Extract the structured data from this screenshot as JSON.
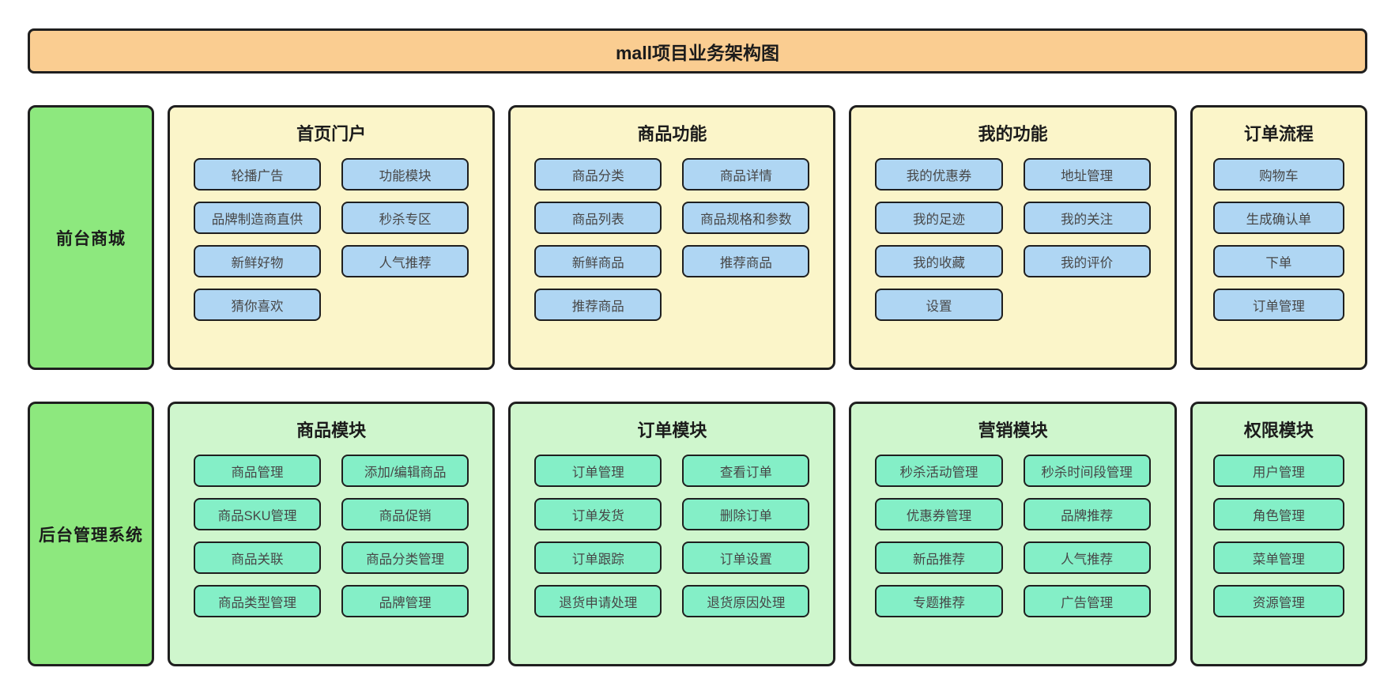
{
  "title": "mall项目业务架构图",
  "colors": {
    "border": "#1f1f1f",
    "title_bg": "#FACD91",
    "yellow": "#FBF5C9",
    "blue": "#AFD6F3",
    "panel_green": "#CFF6CD",
    "mint": "#84EFC7",
    "side_green": "#8DE87E"
  },
  "rows": [
    {
      "id": "frontend-mall",
      "theme": "frontend",
      "label": "前台商城",
      "panels": [
        {
          "id": "home-portal",
          "title": "首页门户",
          "columns": 2,
          "nodes": [
            "轮播广告",
            "功能模块",
            "品牌制造商直供",
            "秒杀专区",
            "新鲜好物",
            "人气推荐",
            "猜你喜欢"
          ]
        },
        {
          "id": "product-features",
          "title": "商品功能",
          "columns": 2,
          "nodes": [
            "商品分类",
            "商品详情",
            "商品列表",
            "商品规格和参数",
            "新鲜商品",
            "推荐商品",
            "推荐商品"
          ]
        },
        {
          "id": "my-features",
          "title": "我的功能",
          "columns": 2,
          "nodes": [
            "我的优惠券",
            "地址管理",
            "我的足迹",
            "我的关注",
            "我的收藏",
            "我的评价",
            "设置"
          ]
        },
        {
          "id": "order-flow",
          "title": "订单流程",
          "columns": 1,
          "nodes": [
            "购物车",
            "生成确认单",
            "下单",
            "订单管理"
          ]
        }
      ]
    },
    {
      "id": "backend-admin",
      "theme": "backend",
      "label": "后台管理系统",
      "panels": [
        {
          "id": "product-module",
          "title": "商品模块",
          "columns": 2,
          "nodes": [
            "商品管理",
            "添加/编辑商品",
            "商品SKU管理",
            "商品促销",
            "商品关联",
            "商品分类管理",
            "商品类型管理",
            "品牌管理"
          ]
        },
        {
          "id": "order-module",
          "title": "订单模块",
          "columns": 2,
          "nodes": [
            "订单管理",
            "查看订单",
            "订单发货",
            "删除订单",
            "订单跟踪",
            "订单设置",
            "退货申请处理",
            "退货原因处理"
          ]
        },
        {
          "id": "marketing-module",
          "title": "营销模块",
          "columns": 2,
          "nodes": [
            "秒杀活动管理",
            "秒杀时间段管理",
            "优惠券管理",
            "品牌推荐",
            "新品推荐",
            "人气推荐",
            "专题推荐",
            "广告管理"
          ]
        },
        {
          "id": "permission-module",
          "title": "权限模块",
          "columns": 1,
          "nodes": [
            "用户管理",
            "角色管理",
            "菜单管理",
            "资源管理"
          ]
        }
      ]
    }
  ]
}
